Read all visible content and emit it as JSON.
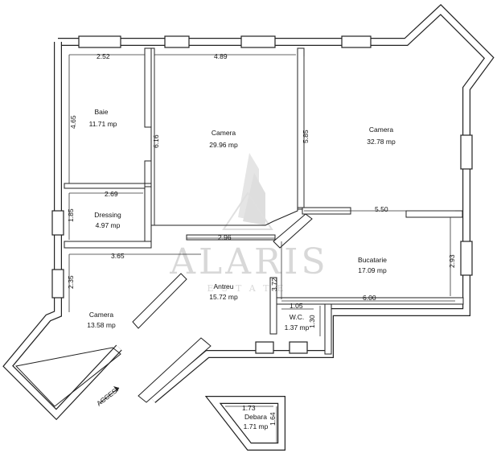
{
  "rooms": [
    {
      "id": "baie",
      "name": "Baie",
      "area": "11.71 mp"
    },
    {
      "id": "camera1",
      "name": "Camera",
      "area": "29.96 mp"
    },
    {
      "id": "camera2",
      "name": "Camera",
      "area": "32.78 mp"
    },
    {
      "id": "dressing",
      "name": "Dressing",
      "area": "4.97 mp"
    },
    {
      "id": "camera3",
      "name": "Camera",
      "area": "13.58 mp"
    },
    {
      "id": "antreu",
      "name": "Antreu",
      "area": "15.72 mp"
    },
    {
      "id": "bucatarie",
      "name": "Bucatarie",
      "area": "17.09 mp"
    },
    {
      "id": "wc",
      "name": "W.C.",
      "area": "1.37 mp"
    },
    {
      "id": "debara",
      "name": "Debara",
      "area": "1.71 mp"
    }
  ],
  "dimensions": {
    "d252": "2.52",
    "d489": "4.89",
    "d465": "4.65",
    "d616": "6.16",
    "d585": "5.85",
    "d550": "5.50",
    "d269": "2.69",
    "d185": "1.85",
    "d296": "2.96",
    "d365": "3.65",
    "d235": "2.35",
    "d372": "3.72",
    "d293": "2.93",
    "d600": "6.00",
    "d105": "1.05",
    "d130": "1.30",
    "d173": "1.73",
    "d164": "1.64"
  },
  "access_label": "ACCES",
  "watermark": {
    "name": "ALARIS",
    "sub": "ESTATE"
  }
}
